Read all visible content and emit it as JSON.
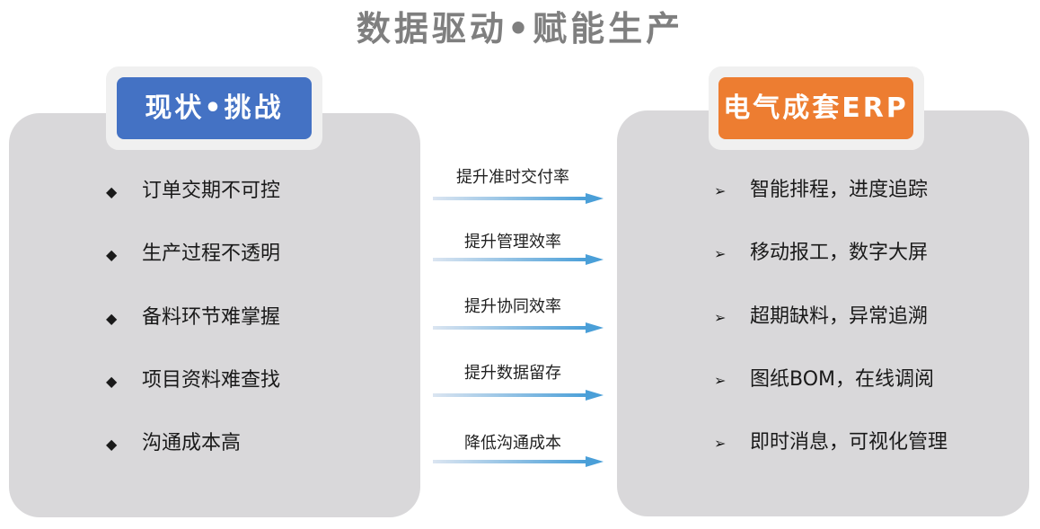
{
  "title": "数据驱动•赋能生产",
  "left": {
    "header": "现状•挑战",
    "bullet": "◆",
    "items": [
      "订单交期不可控",
      "生产过程不透明",
      "备料环节难掌握",
      "项目资料难查找",
      "沟通成本高"
    ]
  },
  "right": {
    "header": "电气成套ERP",
    "bullet": "➢",
    "items": [
      "智能排程，进度追踪",
      "移动报工，数字大屏",
      "超期缺料，异常追溯",
      "图纸BOM，在线调阅",
      "即时消息，可视化管理"
    ]
  },
  "arrows": [
    "提升准时交付率",
    "提升管理效率",
    "提升协同效率",
    "提升数据留存",
    "降低沟通成本"
  ],
  "colors": {
    "left_header": "#4472c4",
    "right_header": "#ed7d31",
    "panel": "#d9d8da",
    "arrow_start": "#dbe5f1",
    "arrow_end": "#4a9fd8"
  }
}
